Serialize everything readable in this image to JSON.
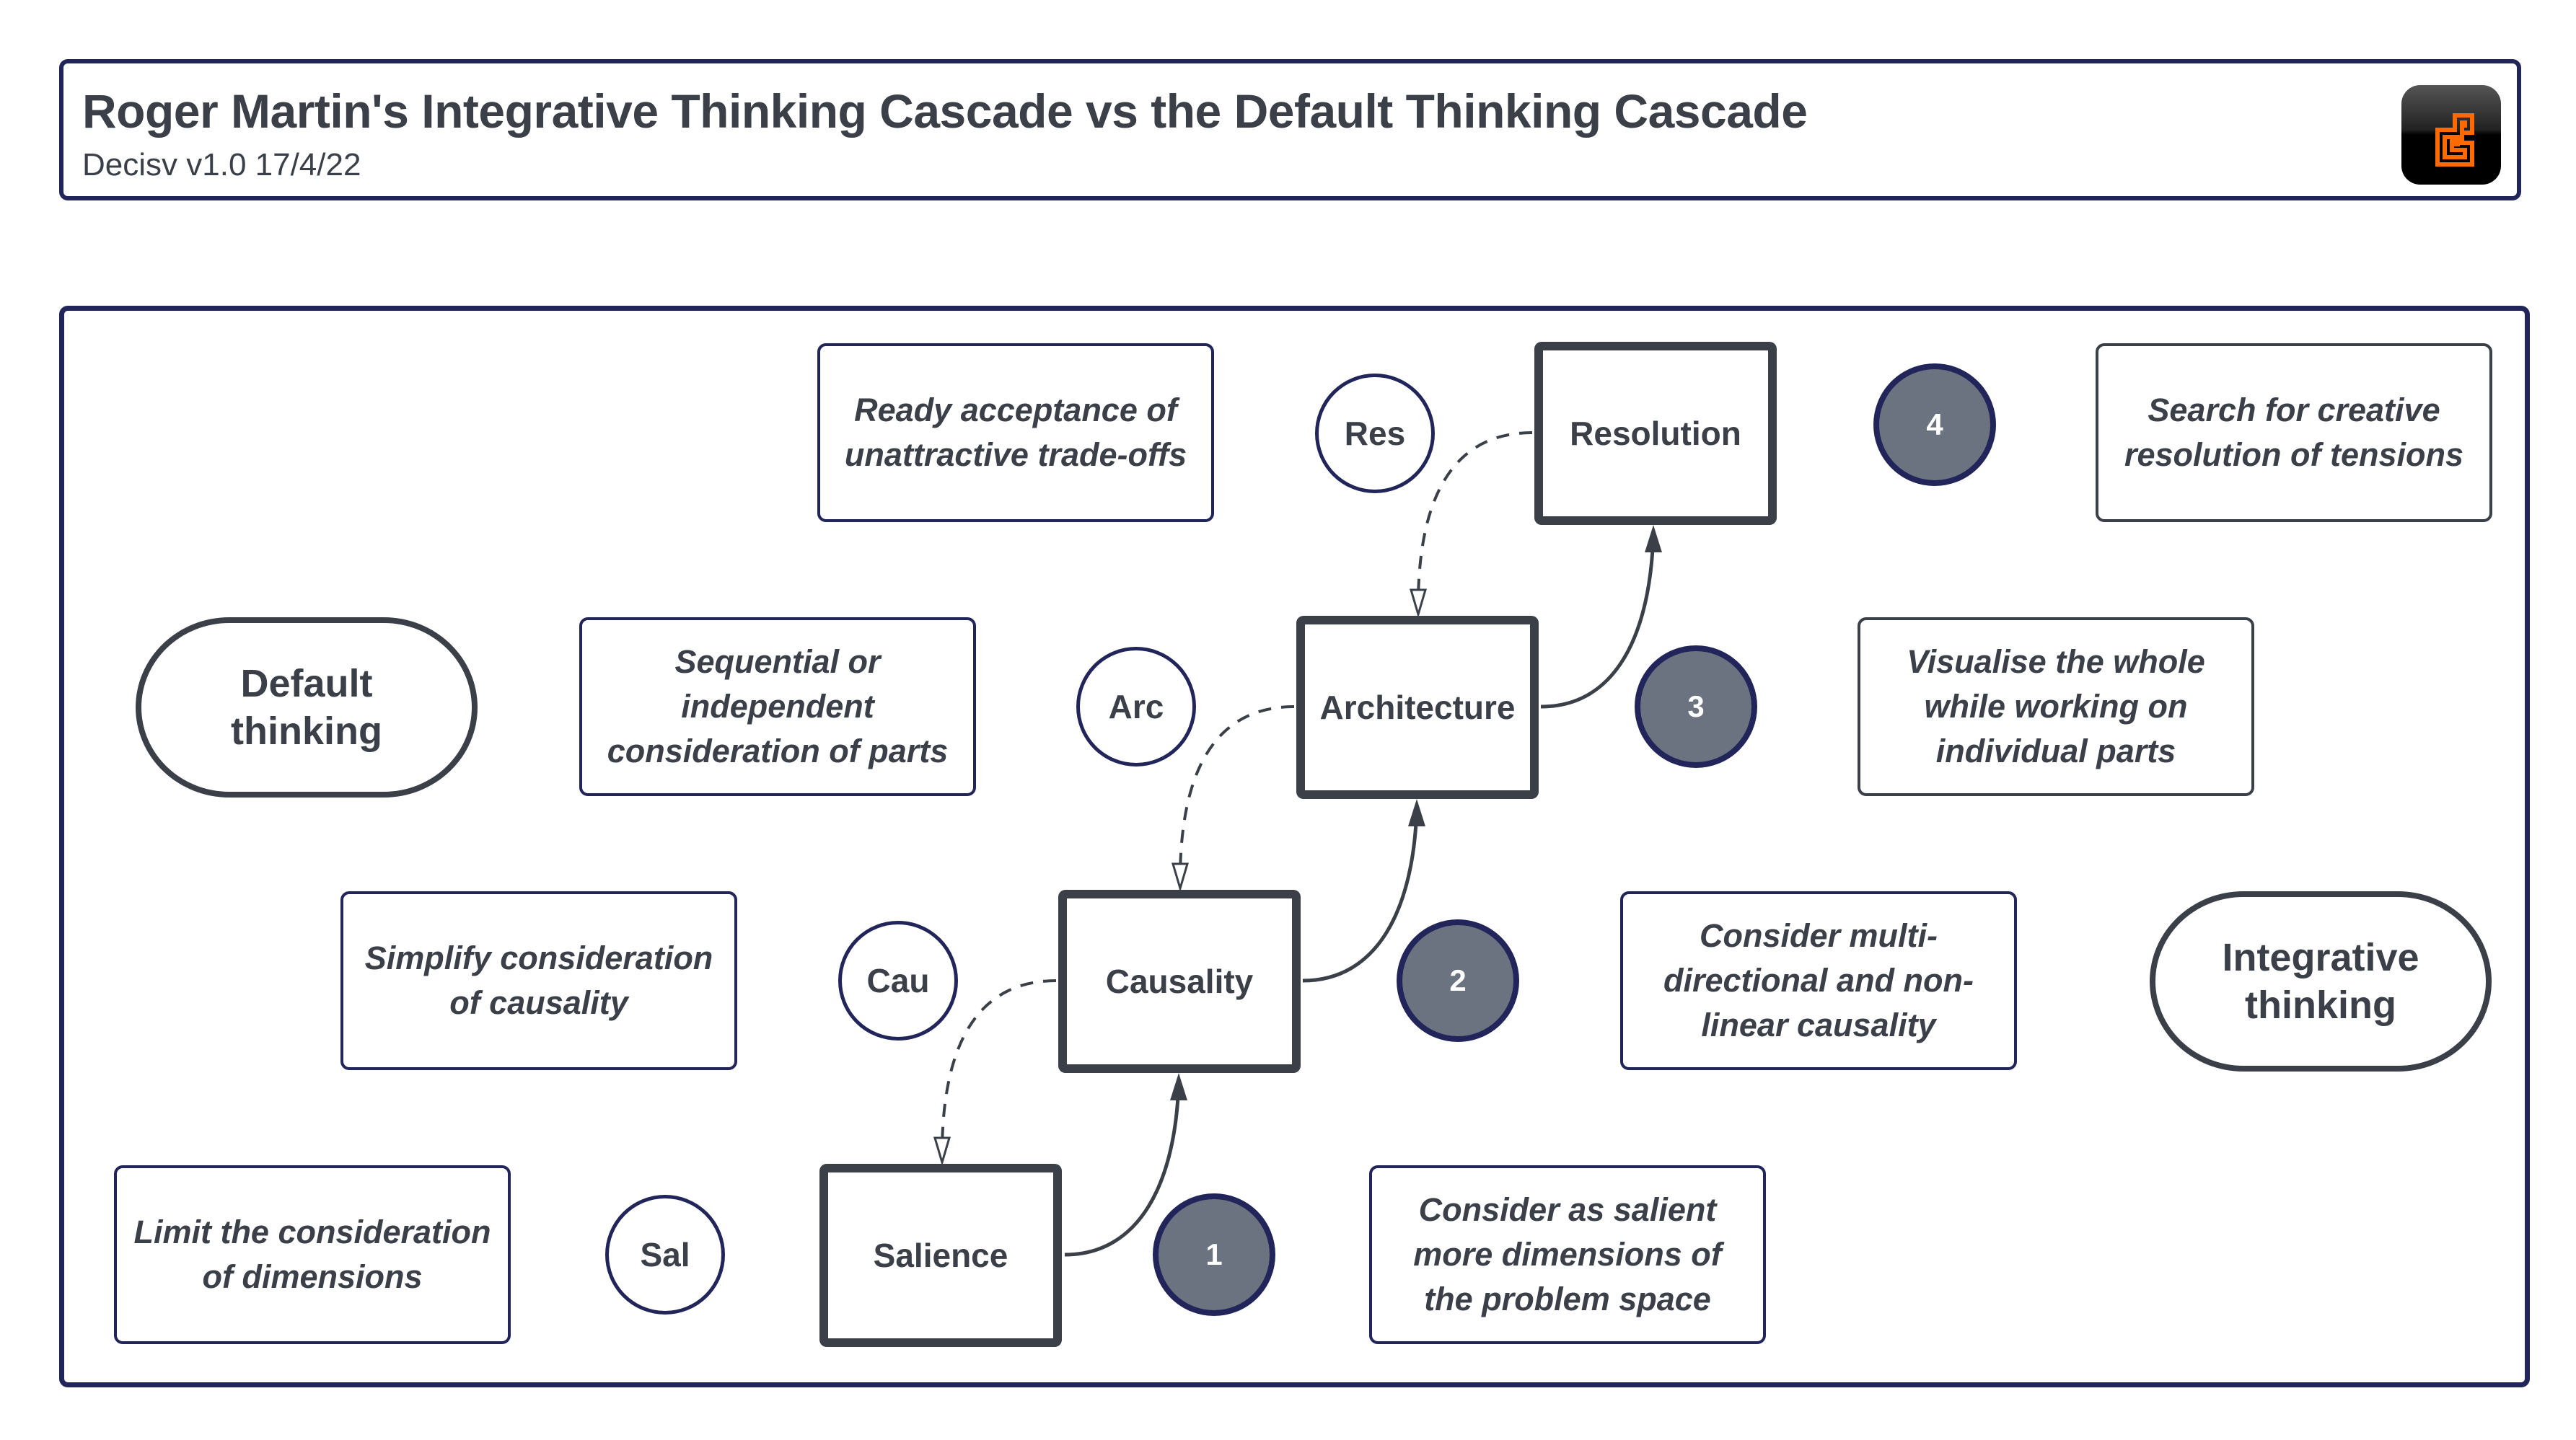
{
  "header": {
    "title": "Roger Martin's Integrative Thinking Cascade vs the Default Thinking Cascade",
    "subtitle": "Decisv v1.0 17/4/22",
    "logo_icon": "decisv-logo-icon"
  },
  "colors": {
    "frame": "#21255a",
    "text": "#3a3f48",
    "step_fill": "#6b7280",
    "logo_orange": "#ff6a00"
  },
  "lanes": {
    "default_label": "Default\nthinking",
    "integrative_label": "Integrative\nthinking"
  },
  "stages": [
    {
      "name": "Resolution",
      "abbr": "Res",
      "step": "4",
      "default_text": "Ready acceptance of unattractive trade-offs",
      "integrative_text": "Search for creative resolution of tensions"
    },
    {
      "name": "Architecture",
      "abbr": "Arc",
      "step": "3",
      "default_text": "Sequential or independent consideration of parts",
      "integrative_text": "Visualise the whole while working on individual parts"
    },
    {
      "name": "Causality",
      "abbr": "Cau",
      "step": "2",
      "default_text": "Simplify consideration of causality",
      "integrative_text": "Consider multi-directional and non-linear causality"
    },
    {
      "name": "Salience",
      "abbr": "Sal",
      "step": "1",
      "default_text": "Limit the consideration of dimensions",
      "integrative_text": "Consider as salient more dimensions of the problem space"
    }
  ],
  "connectors": {
    "integrative_direction": "up (solid arrows: Salience → Causality → Architecture → Resolution)",
    "default_direction": "down (dashed arrows: Resolution → Architecture → Causality → Salience)"
  }
}
